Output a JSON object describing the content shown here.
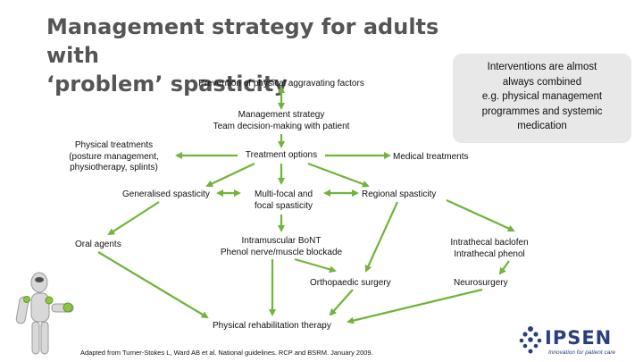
{
  "title": {
    "line1": "Management strategy for adults with",
    "line2": "‘problem’ spasticity"
  },
  "callout": {
    "line1": "Interventions are almost",
    "line2": "always combined",
    "line3": "e.g. physical management",
    "line4": "programmes and systemic",
    "line5": "medication"
  },
  "nodes": {
    "prevention": "Prevention of physical aggravating factors",
    "management_line1": "Management strategy",
    "management_line2": "Team decision-making with patient",
    "physical_line1": "Physical treatments",
    "physical_line2": "(posture management,",
    "physical_line3": "physiotherapy, splints)",
    "treatment_options": "Treatment options",
    "medical_treatments": "Medical treatments",
    "generalised": "Generalised spasticity",
    "multifocal_line1": "Multi-focal and",
    "multifocal_line2": "focal spasticity",
    "regional": "Regional spasticity",
    "oral_agents": "Oral agents",
    "intramuscular_line1": "Intramuscular BoNT",
    "intramuscular_line2": "Phenol nerve/muscle blockade",
    "intrathecal_line1": "Intrathecal baclofen",
    "intrathecal_line2": "Intrathecal phenol",
    "orthopaedic": "Orthopaedic surgery",
    "neurosurgery": "Neurosurgery",
    "rehab": "Physical rehabilitation therapy"
  },
  "footnote": "Adapted from Turner-Stokes L, Ward AB et al. National guidelines. RCP and BSRM. January 2009.",
  "logo": {
    "word": "IPSEN",
    "tagline": "Innovation for patient care"
  },
  "colors": {
    "arrow": "#72b33c",
    "title": "#555555",
    "callout_bg": "#e8e8e8",
    "logo": "#2a3f7e"
  },
  "icons": [
    "humanoid-robot-figure",
    "ipsen-logo-mark",
    "arrow-head"
  ]
}
